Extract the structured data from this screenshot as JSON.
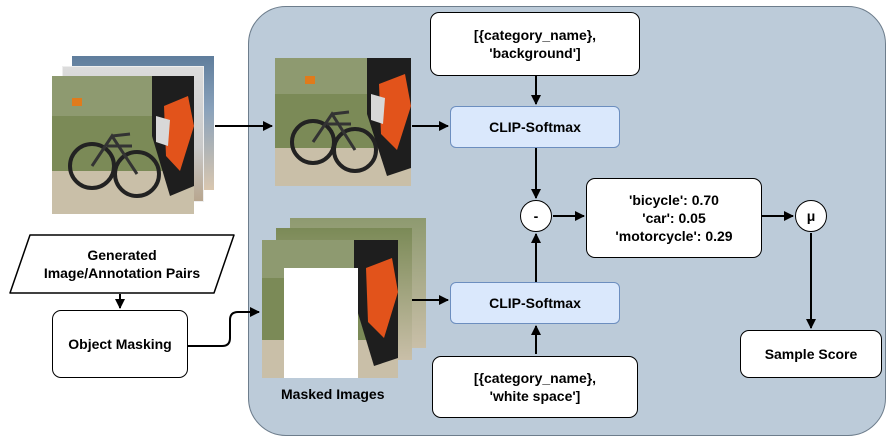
{
  "top_prompt": {
    "line1": "[{category_name},",
    "line2": "'background']"
  },
  "bottom_prompt": {
    "line1": "[{category_name},",
    "line2": "'white space']"
  },
  "clip_top_label": "CLIP-Softmax",
  "clip_bottom_label": "CLIP-Softmax",
  "difference_operator": "-",
  "mean_operator": "μ",
  "scores": [
    {
      "label": "'bicycle': 0.70"
    },
    {
      "label": "'car': 0.05"
    },
    {
      "label": "'motorcycle': 0.29"
    }
  ],
  "generated_pairs": {
    "line1": "Generated",
    "line2": "Image/Annotation Pairs"
  },
  "object_masking_label": "Object Masking",
  "masked_images_caption": "Masked Images",
  "sample_score_label": "Sample Score",
  "colors": {
    "panel_fill": "#bccbd9",
    "clip_fill": "#dae8fc",
    "clip_border": "#6c8ebf"
  }
}
